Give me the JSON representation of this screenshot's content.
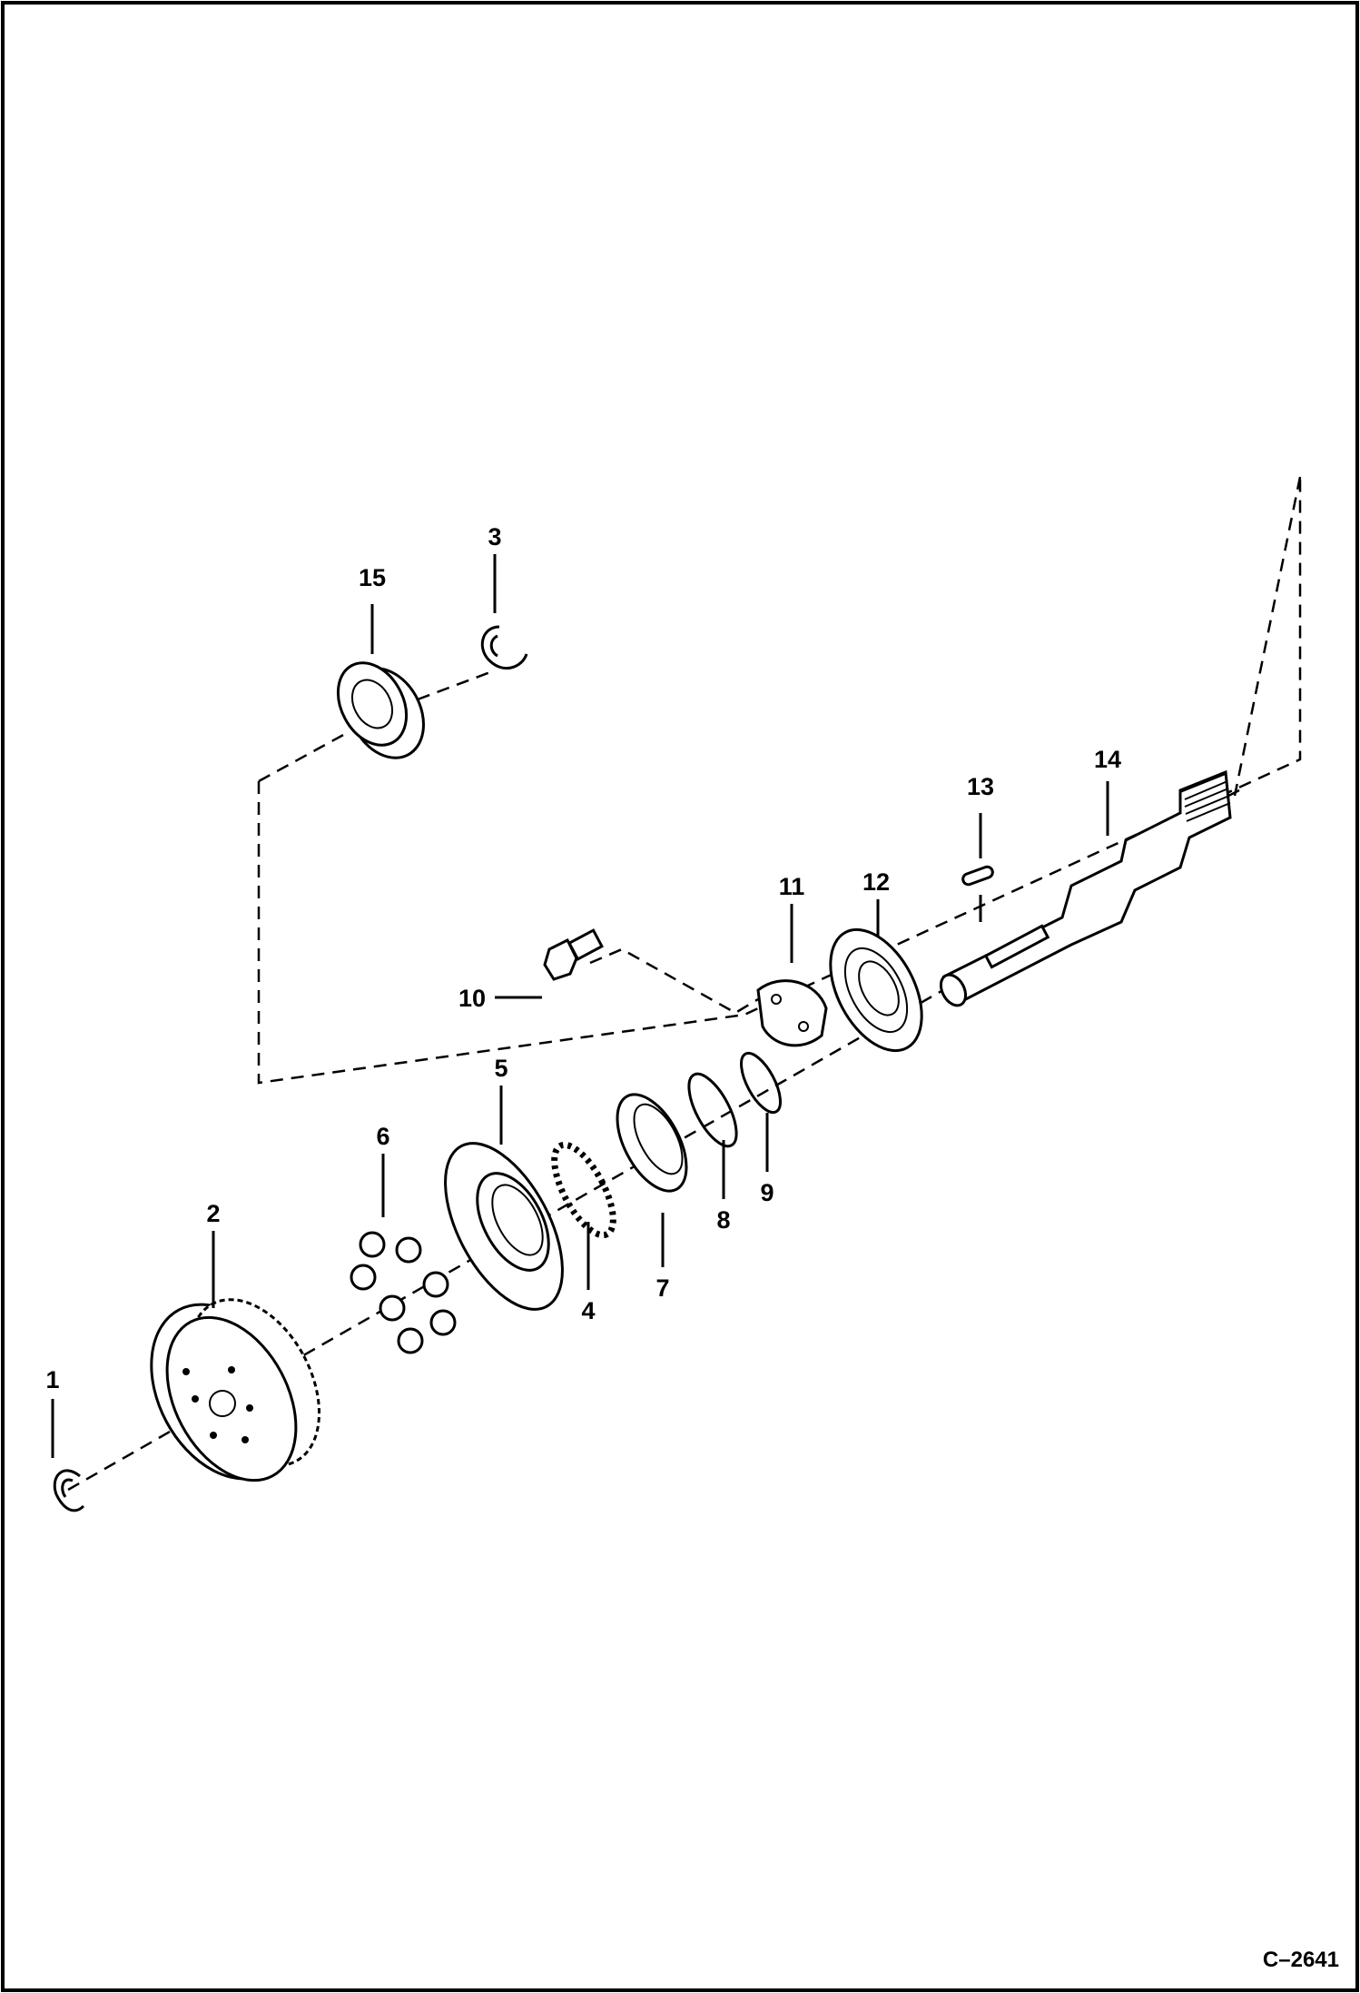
{
  "diagram": {
    "drawing_code": "C–2641",
    "callouts": [
      {
        "id": "1",
        "label": "1"
      },
      {
        "id": "2",
        "label": "2"
      },
      {
        "id": "3",
        "label": "3"
      },
      {
        "id": "4",
        "label": "4"
      },
      {
        "id": "5",
        "label": "5"
      },
      {
        "id": "6",
        "label": "6"
      },
      {
        "id": "7",
        "label": "7"
      },
      {
        "id": "8",
        "label": "8"
      },
      {
        "id": "9",
        "label": "9"
      },
      {
        "id": "10",
        "label": "10"
      },
      {
        "id": "11",
        "label": "11"
      },
      {
        "id": "12",
        "label": "12"
      },
      {
        "id": "13",
        "label": "13"
      },
      {
        "id": "14",
        "label": "14"
      },
      {
        "id": "15",
        "label": "15"
      }
    ]
  }
}
